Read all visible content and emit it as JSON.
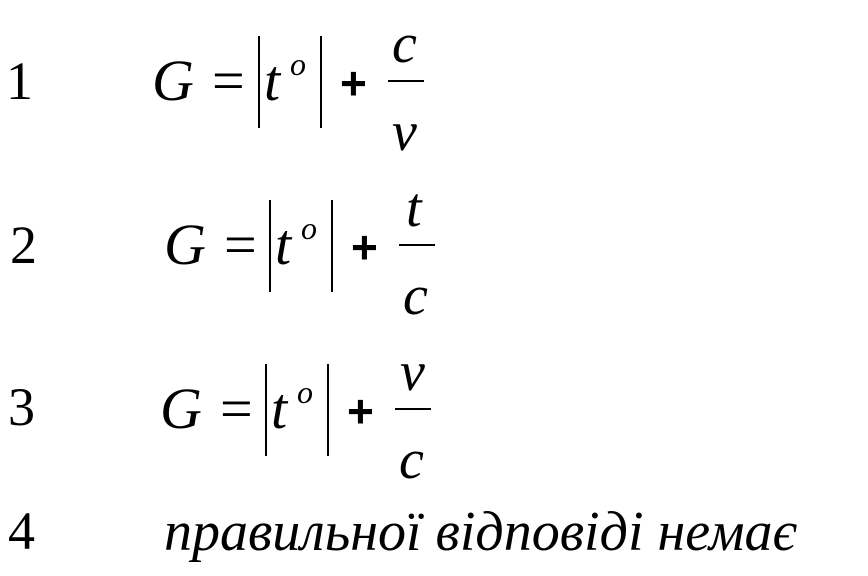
{
  "options": [
    {
      "number": "1",
      "lhs": "G",
      "equals": "=",
      "abs_var": "t",
      "abs_sup": "o",
      "plus": "+",
      "numerator": "c",
      "denominator": "v"
    },
    {
      "number": "2",
      "lhs": "G",
      "equals": "=",
      "abs_var": "t",
      "abs_sup": "o",
      "plus": "+",
      "numerator": "t",
      "denominator": "c"
    },
    {
      "number": "3",
      "lhs": "G",
      "equals": "=",
      "abs_var": "t",
      "abs_sup": "o",
      "plus": "+",
      "numerator": "v",
      "denominator": "c"
    }
  ],
  "option4": {
    "number": "4",
    "text": "правильної відповіді немає"
  }
}
